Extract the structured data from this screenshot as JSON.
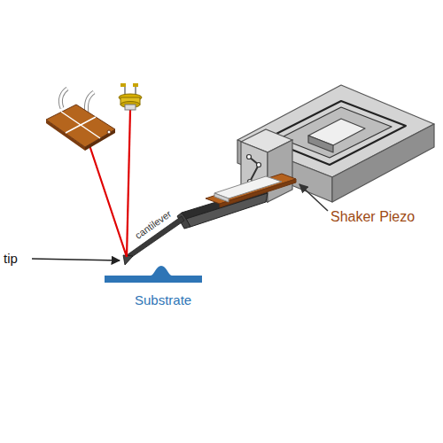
{
  "diagram": {
    "labels": [
      "tip",
      "cantilever",
      "Substrate",
      "Shaker Piezo"
    ]
  }
}
